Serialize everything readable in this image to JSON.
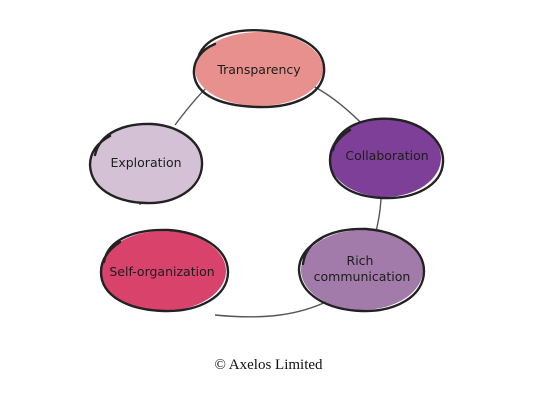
{
  "diagram": {
    "nodes": [
      {
        "id": "transparency",
        "lines": [
          "Transparency"
        ],
        "color": "#e8908e"
      },
      {
        "id": "collaboration",
        "lines": [
          "Collaboration"
        ],
        "color": "#7d3f97"
      },
      {
        "id": "rich-communication",
        "lines": [
          "Rich",
          "communication"
        ],
        "color": "#a27baa"
      },
      {
        "id": "self-organization",
        "lines": [
          "Self-organization"
        ],
        "color": "#d9426a"
      },
      {
        "id": "exploration",
        "lines": [
          "Exploration"
        ],
        "color": "#d4c1d5"
      }
    ],
    "cycle": [
      "transparency",
      "collaboration",
      "rich-communication",
      "self-organization",
      "exploration"
    ],
    "outline_color": "#222222",
    "connector_color": "#555555"
  },
  "footer": {
    "credit": "© Axelos Limited"
  }
}
